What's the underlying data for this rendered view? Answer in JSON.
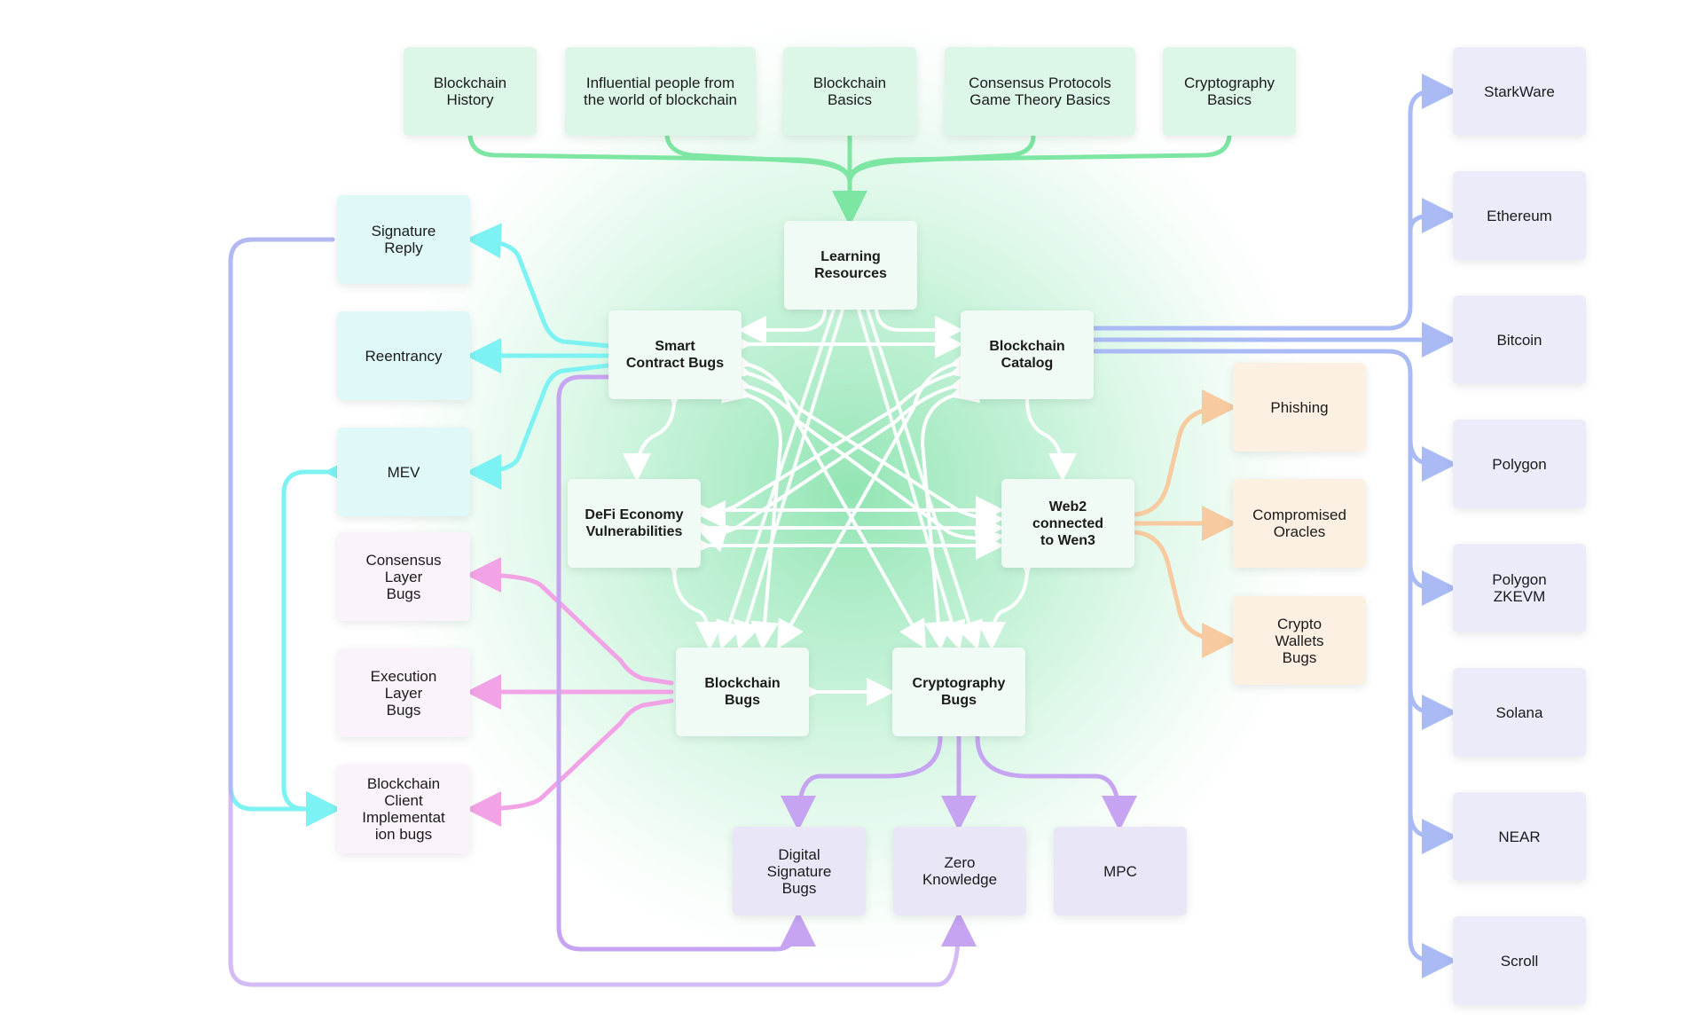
{
  "colors": {
    "green": "#7ee6a3",
    "cyan": "#7df2f2",
    "pink": "#f2a3e6",
    "purple": "#c6a4f2",
    "blue": "#a9baf5",
    "orange": "#f7caa0",
    "white": "#ffffff",
    "halo": "#8fe3b1"
  },
  "nodes": {
    "history": "Blockchain\nHistory",
    "influential": "Influential people from\nthe world of blockchain",
    "basics": "Blockchain\nBasics",
    "consensus_protocols": "Consensus Protocols\nGame Theory Basics",
    "crypto_basics": "Cryptography\nBasics",
    "learning": "Learning\nResources",
    "smart_contract": "Smart\nContract Bugs",
    "catalog": "Blockchain\nCatalog",
    "defi": "DeFi Economy\nVulnerabilities",
    "web2": "Web2\nconnected\nto Wen3",
    "bc_bugs": "Blockchain\nBugs",
    "crypto_bugs": "Cryptography\nBugs",
    "signature_reply": "Signature\nReply",
    "reentrancy": "Reentrancy",
    "mev": "MEV",
    "consensus_layer": "Consensus\nLayer\nBugs",
    "execution_layer": "Execution\nLayer\nBugs",
    "client_impl": "Blockchain\nClient\nImplementat\nion bugs",
    "phishing": "Phishing",
    "oracles": "Compromised\nOracles",
    "wallets": "Crypto\nWallets\nBugs",
    "digital_sig": "Digital\nSignature\nBugs",
    "zero_knowledge": "Zero\nKnowledge",
    "mpc": "MPC",
    "starkware": "StarkWare",
    "ethereum": "Ethereum",
    "bitcoin": "Bitcoin",
    "polygon": "Polygon",
    "polygon_zkevm": "Polygon\nZKEVM",
    "solana": "Solana",
    "near": "NEAR",
    "scroll": "Scroll"
  }
}
